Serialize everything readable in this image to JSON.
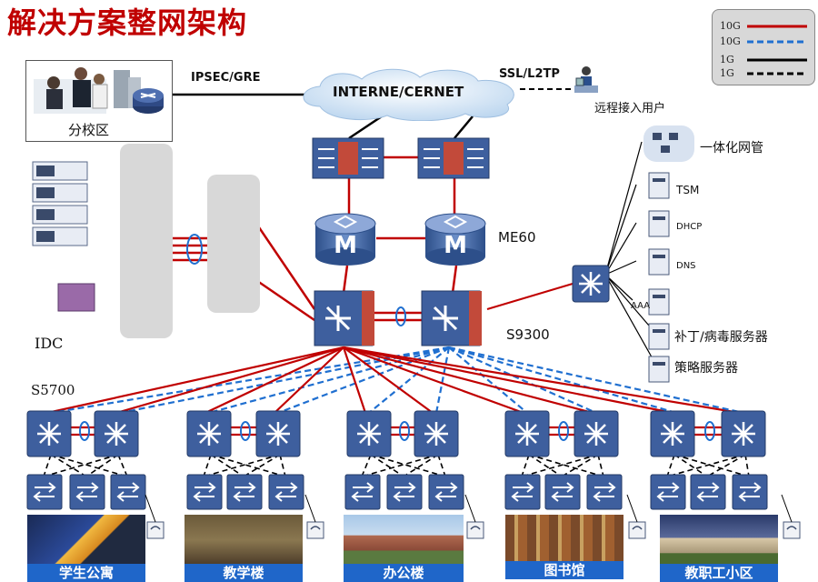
{
  "title": "解决方案整网架构",
  "legend": {
    "items": [
      {
        "label": "10G",
        "color": "#c00000",
        "style": "solid"
      },
      {
        "label": "10G",
        "color": "#1f6fd0",
        "style": "dashed"
      },
      {
        "label": "1G",
        "color": "#000000",
        "style": "solid"
      },
      {
        "label": "1G",
        "color": "#000000",
        "style": "dashed"
      }
    ]
  },
  "internet": {
    "label": "INTERNE/CERNET"
  },
  "branch": {
    "label": "分校区",
    "link_label": "IPSEC/GRE"
  },
  "remote": {
    "label": "远程接入用户",
    "link_label": "SSL/L2TP"
  },
  "core": {
    "me_label": "ME60",
    "switch_label": "S9300",
    "access_label": "S5700",
    "idc_label": "IDC"
  },
  "servers": [
    {
      "name": "一体化网管"
    },
    {
      "name": "TSM"
    },
    {
      "name": "DHCP"
    },
    {
      "name": "DNS"
    },
    {
      "name": "AAA"
    },
    {
      "name": "补丁/病毒服务器"
    },
    {
      "name": "策略服务器"
    }
  ],
  "zones": [
    {
      "name": "学生公寓"
    },
    {
      "name": "教学楼"
    },
    {
      "name": "办公楼"
    },
    {
      "name": "图书馆"
    },
    {
      "name": "教职工小区"
    }
  ],
  "colors": {
    "red": "#c00000",
    "blue": "#1f6fd0",
    "title": "#c00000",
    "caption_bg": "#1f66c9",
    "device": "#3a5d9c"
  }
}
